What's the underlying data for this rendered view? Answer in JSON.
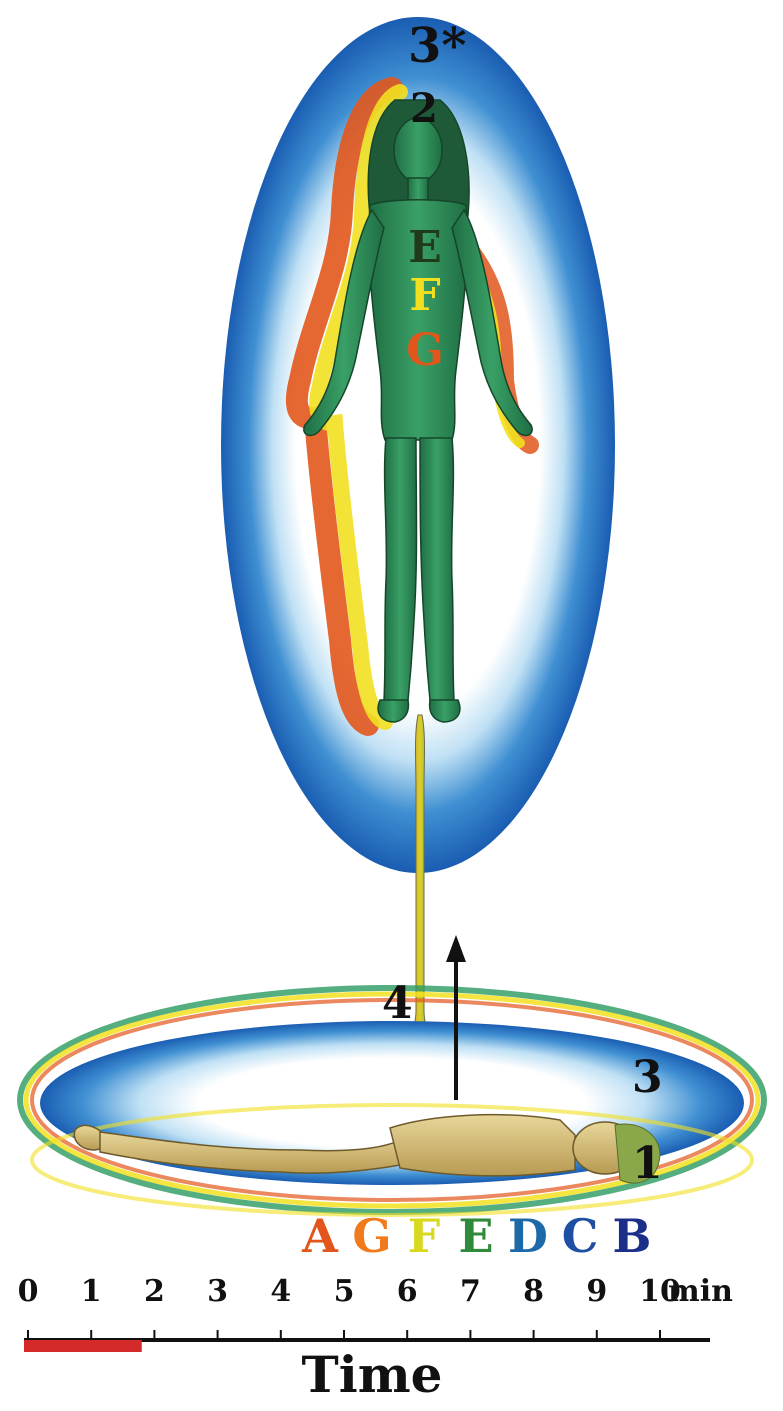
{
  "labels": {
    "three_star": "3*",
    "two": "2",
    "three": "3",
    "four": "4",
    "one": "1"
  },
  "upper_letters": [
    {
      "text": "E",
      "color": "#1f3b1a"
    },
    {
      "text": "F",
      "color": "#f2e020"
    },
    {
      "text": "G",
      "color": "#e2561c"
    }
  ],
  "lower_letters": [
    {
      "text": "A",
      "color": "#e2561c"
    },
    {
      "text": "G",
      "color": "#f07a1c"
    },
    {
      "text": "F",
      "color": "#d8d81e"
    },
    {
      "text": "E",
      "color": "#2f8a3a"
    },
    {
      "text": "D",
      "color": "#1e6aa8"
    },
    {
      "text": "C",
      "color": "#1f4fa3"
    },
    {
      "text": "B",
      "color": "#1b2f8a"
    }
  ],
  "timeline": {
    "ticks": [
      "0",
      "1",
      "2",
      "3",
      "4",
      "5",
      "6",
      "7",
      "8",
      "9",
      "10"
    ],
    "unit": "min",
    "axis_label": "Time",
    "highlight_end": 1.8,
    "highlight_color": "#d42a2a"
  },
  "colors": {
    "aura_blue": "#1e63b5",
    "figure_green": "#2f8a55",
    "body_skin": "#d9c27a"
  }
}
